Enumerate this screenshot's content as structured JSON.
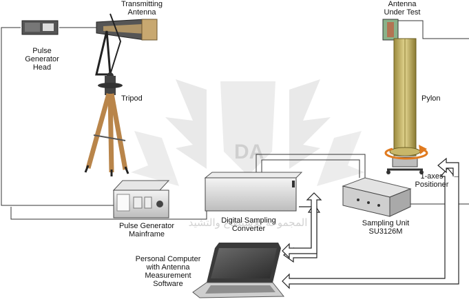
{
  "labels": {
    "transmitting_antenna": "Transmitting\nAntenna",
    "pulse_generator_head": "Pulse\nGenerator\nHead",
    "tripod": "Tripod",
    "antenna_under_test": "Antenna\nUnder Test",
    "pylon": "Pylon",
    "positioner": "1-axes\nPositioner",
    "pulse_generator_mainframe": "Pulse Generator\nMainframe",
    "digital_sampling_converter": "Digital Sampling\nConverter",
    "sampling_unit": "Sampling Unit\nSU3126M",
    "personal_computer": "Personal Computer\nwith Antenna\nMeasurement\nSoftware"
  },
  "watermark": {
    "logo_text": "DA",
    "arabic_text": "المجموعة للاستطاع والتشيد"
  },
  "colors": {
    "equipment_gray": "#d9d9d9",
    "pylon_tan": "#c8b76a",
    "tripod_wood": "#b9854a",
    "rotation_arrow": "#e07a1f",
    "cable": "#333333"
  }
}
